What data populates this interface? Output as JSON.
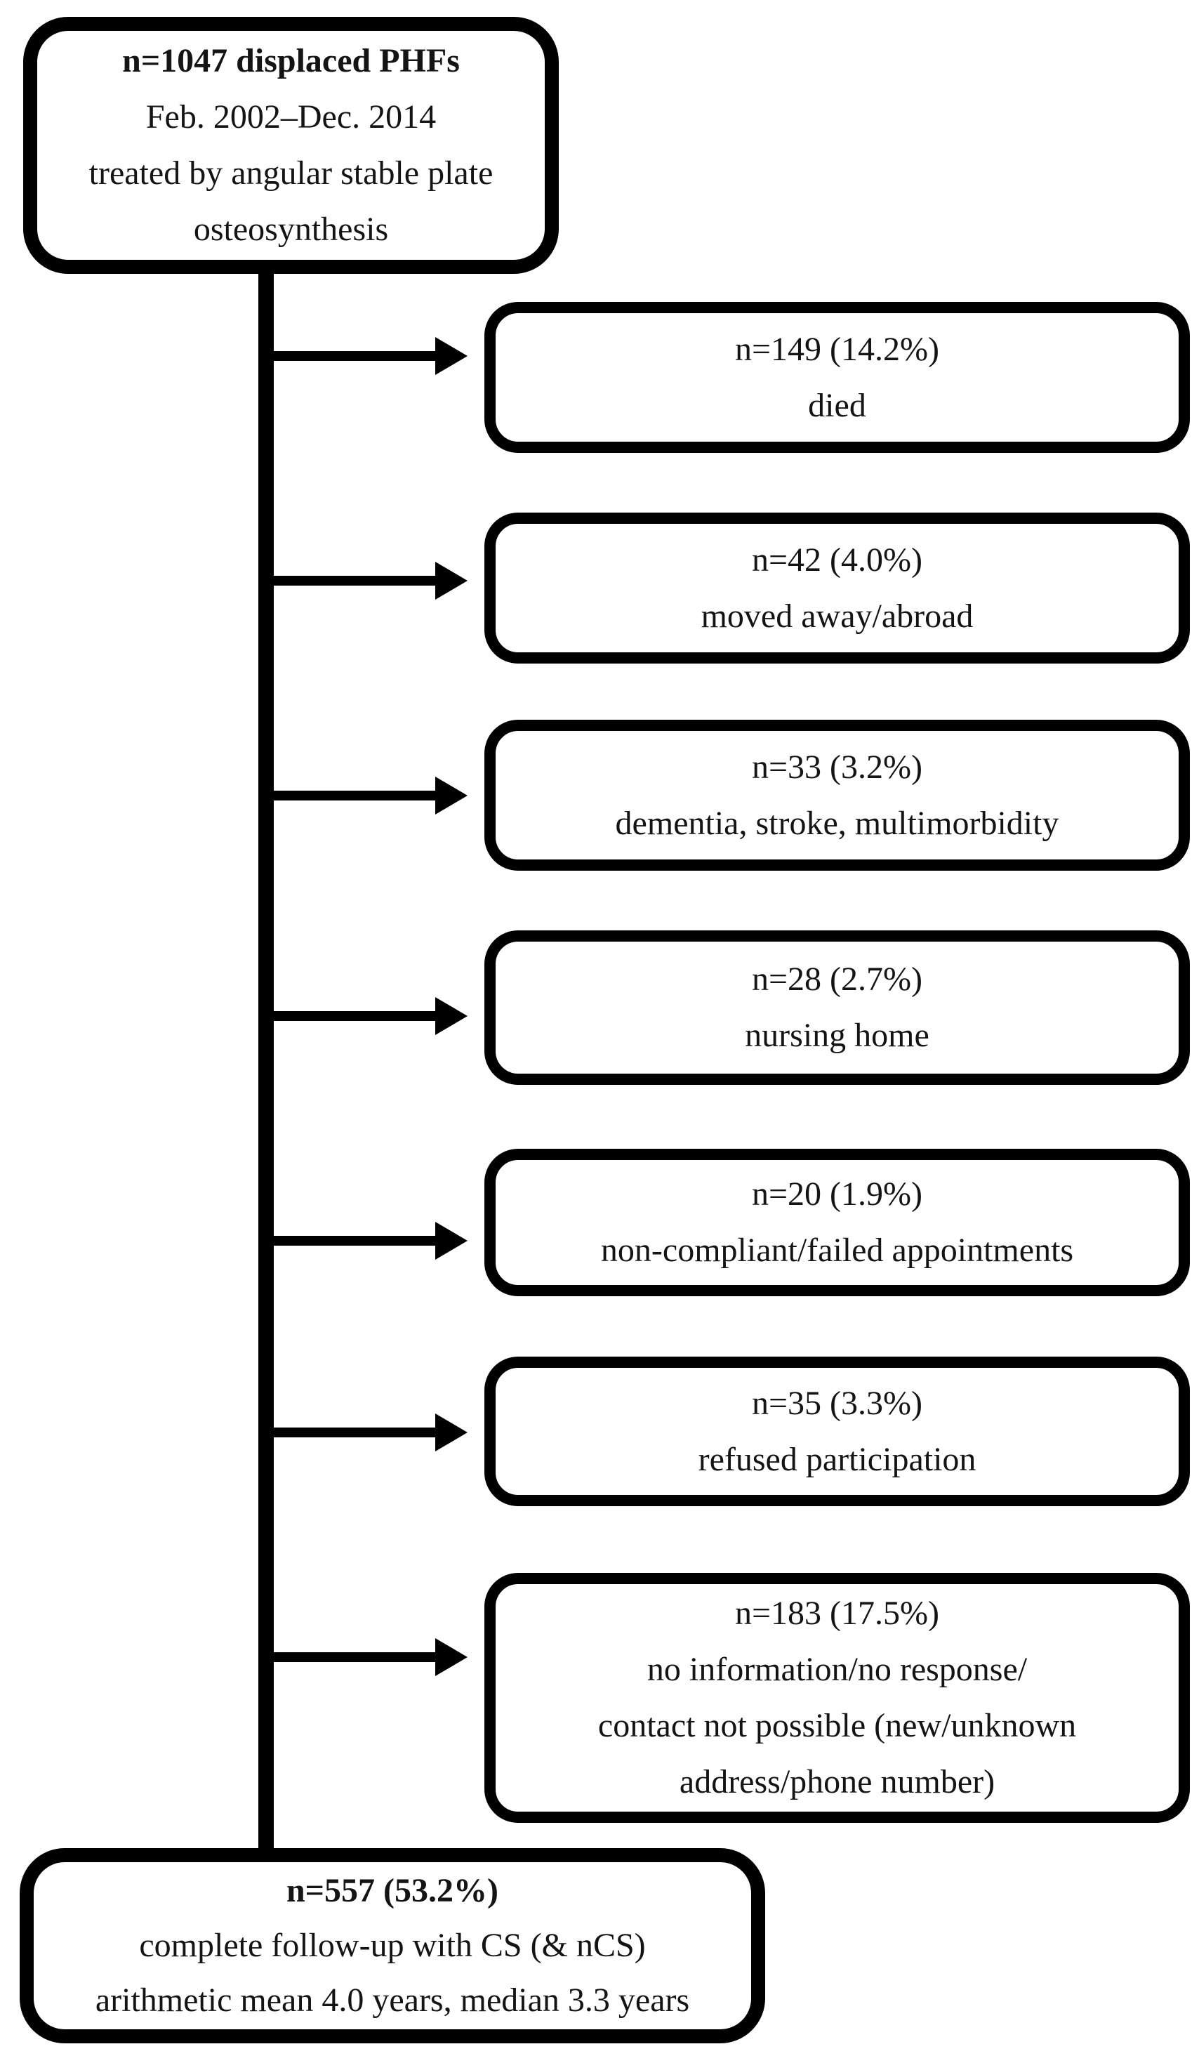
{
  "diagram": {
    "colors": {
      "line": "#000000",
      "text": "#141414",
      "background": "#ffffff"
    },
    "source_box": {
      "title": "n=1047 displaced PHFs",
      "body": "Feb. 2002–Dec. 2014\ntreated by angular stable plate\nosteosynthesis"
    },
    "exclusion_boxes": [
      {
        "n": "n=149 (14.2%)",
        "reason": "died"
      },
      {
        "n": "n=42 (4.0%)",
        "reason": "moved away/abroad"
      },
      {
        "n": "n=33 (3.2%)",
        "reason": "dementia, stroke, multimorbidity"
      },
      {
        "n": "n=28 (2.7%)",
        "reason": "nursing home"
      },
      {
        "n": "n=20 (1.9%)",
        "reason": "non-compliant/failed appointments"
      },
      {
        "n": "n=35 (3.3%)",
        "reason": "refused participation"
      },
      {
        "n": "n=183 (17.5%)",
        "reason": "no information/no response/\ncontact not possible (new/unknown\naddress/phone number)"
      }
    ],
    "result_box": {
      "title": "n=557 (53.2%)",
      "body": "complete follow-up with CS (& nCS)\narithmetic mean 4.0 years, median 3.3 years"
    }
  }
}
